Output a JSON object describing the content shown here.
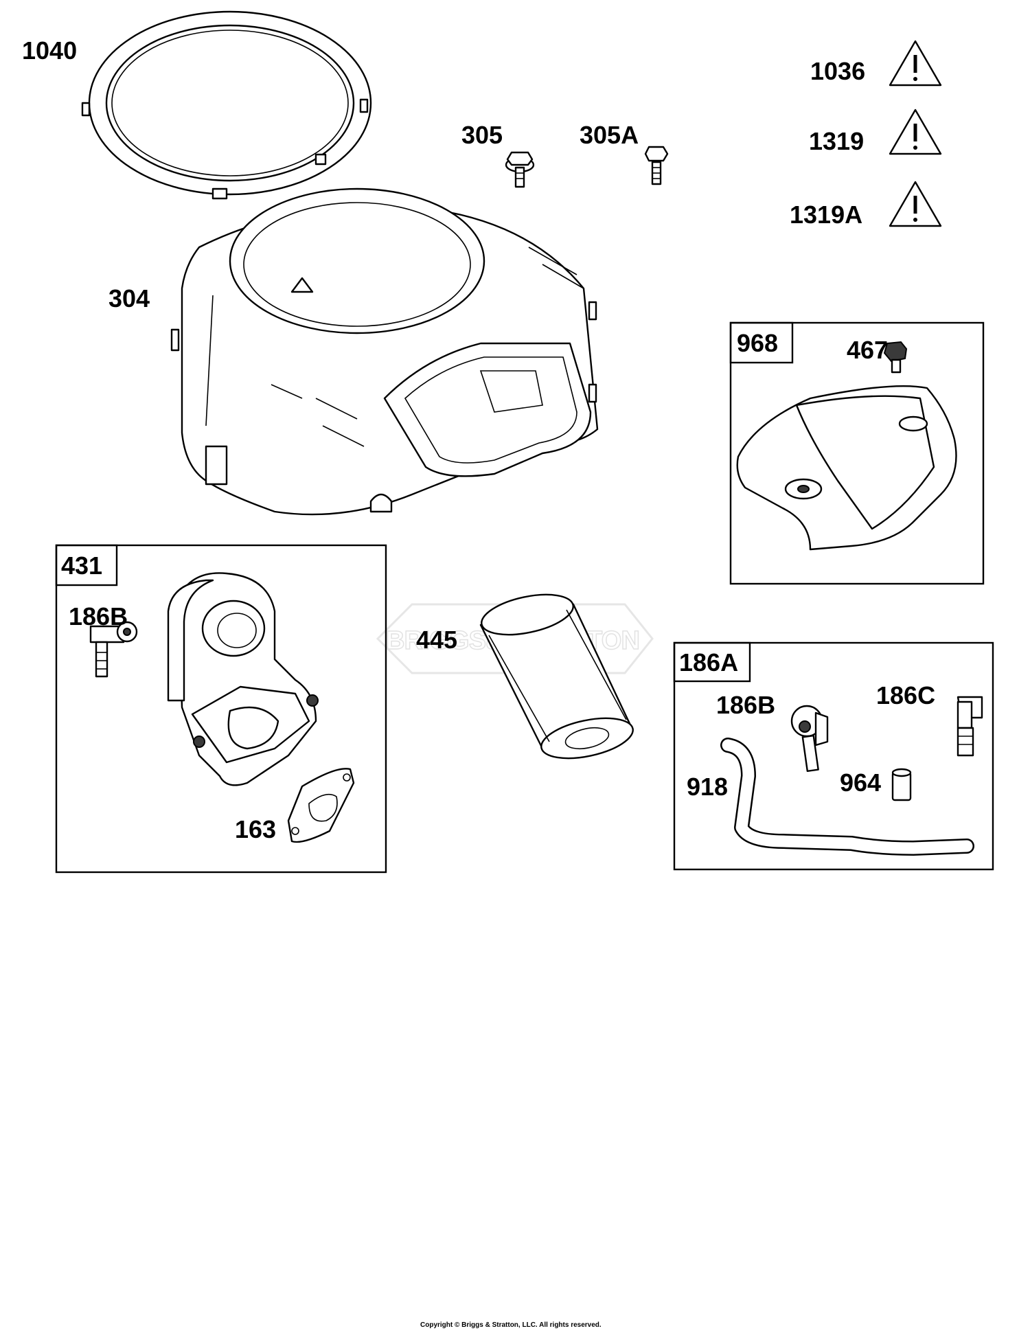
{
  "diagram": {
    "callouts": {
      "c1040": "1040",
      "c305": "305",
      "c305A": "305A",
      "c1036": "1036",
      "c1319": "1319",
      "c1319A": "1319A",
      "c304": "304",
      "c968": "968",
      "c467": "467",
      "c431": "431",
      "c186B_left": "186B",
      "c163": "163",
      "c445": "445",
      "c186A": "186A",
      "c186B_right": "186B",
      "c186C": "186C",
      "c918": "918",
      "c964": "964"
    },
    "watermark": "BRIGGS&STRATTON",
    "copyright": "Copyright © Briggs & Stratton, LLC. All rights reserved.",
    "icons": {
      "warning": "warning-triangle-icon"
    }
  }
}
